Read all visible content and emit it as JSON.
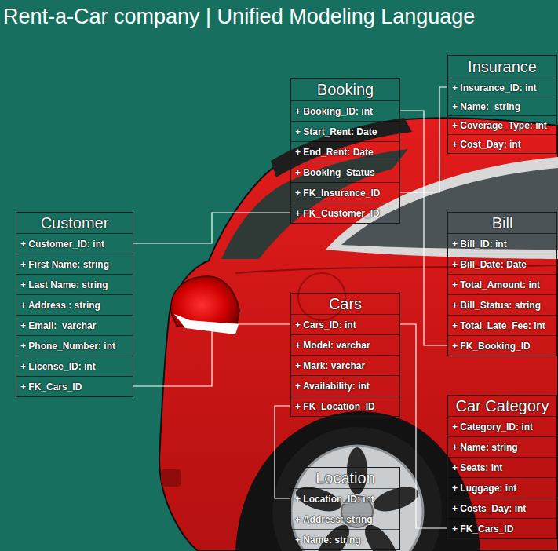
{
  "diagram": {
    "title": "Rent-a-Car company | Unified Modeling Language",
    "nodes": [
      {
        "text": [
          "Insurance",
          "+ Insurance_ID: int",
          "+ Name:  string",
          "+ Coverage_Type: int",
          "+ Cost_Day: int"
        ]
      },
      {
        "text": [
          "Booking",
          "+ Booking_ID: int",
          "+ Start_Rent: Date",
          "+ End_Rent: Date",
          "+ Booking_Status",
          "+ FK_Insurance_ID",
          "+ FK_Customer_ID"
        ]
      },
      {
        "text": [
          "Customer",
          "+ Customer_ID: int",
          "+ First Name: string",
          "+ Last Name: string",
          "+ Address : string",
          "+ Email:  varchar",
          "+ Phone_Number: int",
          "+ License_ID: int",
          "+ FK_Cars_ID"
        ]
      },
      {
        "text": [
          "Bill",
          "+ Bill_ID: int",
          "+ Bill_Date: Date",
          "+ Total_Amount: int",
          "+ Bill_Status: string",
          "+ Total_Late_Fee: int",
          "+ FK_Booking_ID"
        ]
      },
      {
        "text": [
          "Cars",
          "+ Cars_ID: int",
          "+ Model: varchar",
          "+ Mark: varchar",
          "+ Availability: int",
          "+ FK_Location_ID"
        ]
      },
      {
        "text": [
          "Car Category",
          "+ Category_ID: int",
          "+ Name: string",
          "+ Seats: int",
          "+ Luggage: int",
          "+ Costs_Day: int",
          "+ FK_Cars_ID"
        ]
      },
      {
        "text": [
          "Location",
          "+ Location_ID: int",
          "+ Address: string",
          "+ Name: string"
        ]
      }
    ],
    "edges": [
      {
        "from": 2,
        "to": 1,
        "arrow": "none"
      },
      {
        "from": 1,
        "to": 0,
        "arrow": "none"
      },
      {
        "from": 1,
        "to": 3,
        "arrow": "none"
      },
      {
        "from": 2,
        "to": 4,
        "arrow": "none"
      },
      {
        "from": 4,
        "to": 5,
        "arrow": "none"
      },
      {
        "from": 4,
        "to": 6,
        "arrow": "none"
      }
    ]
  }
}
